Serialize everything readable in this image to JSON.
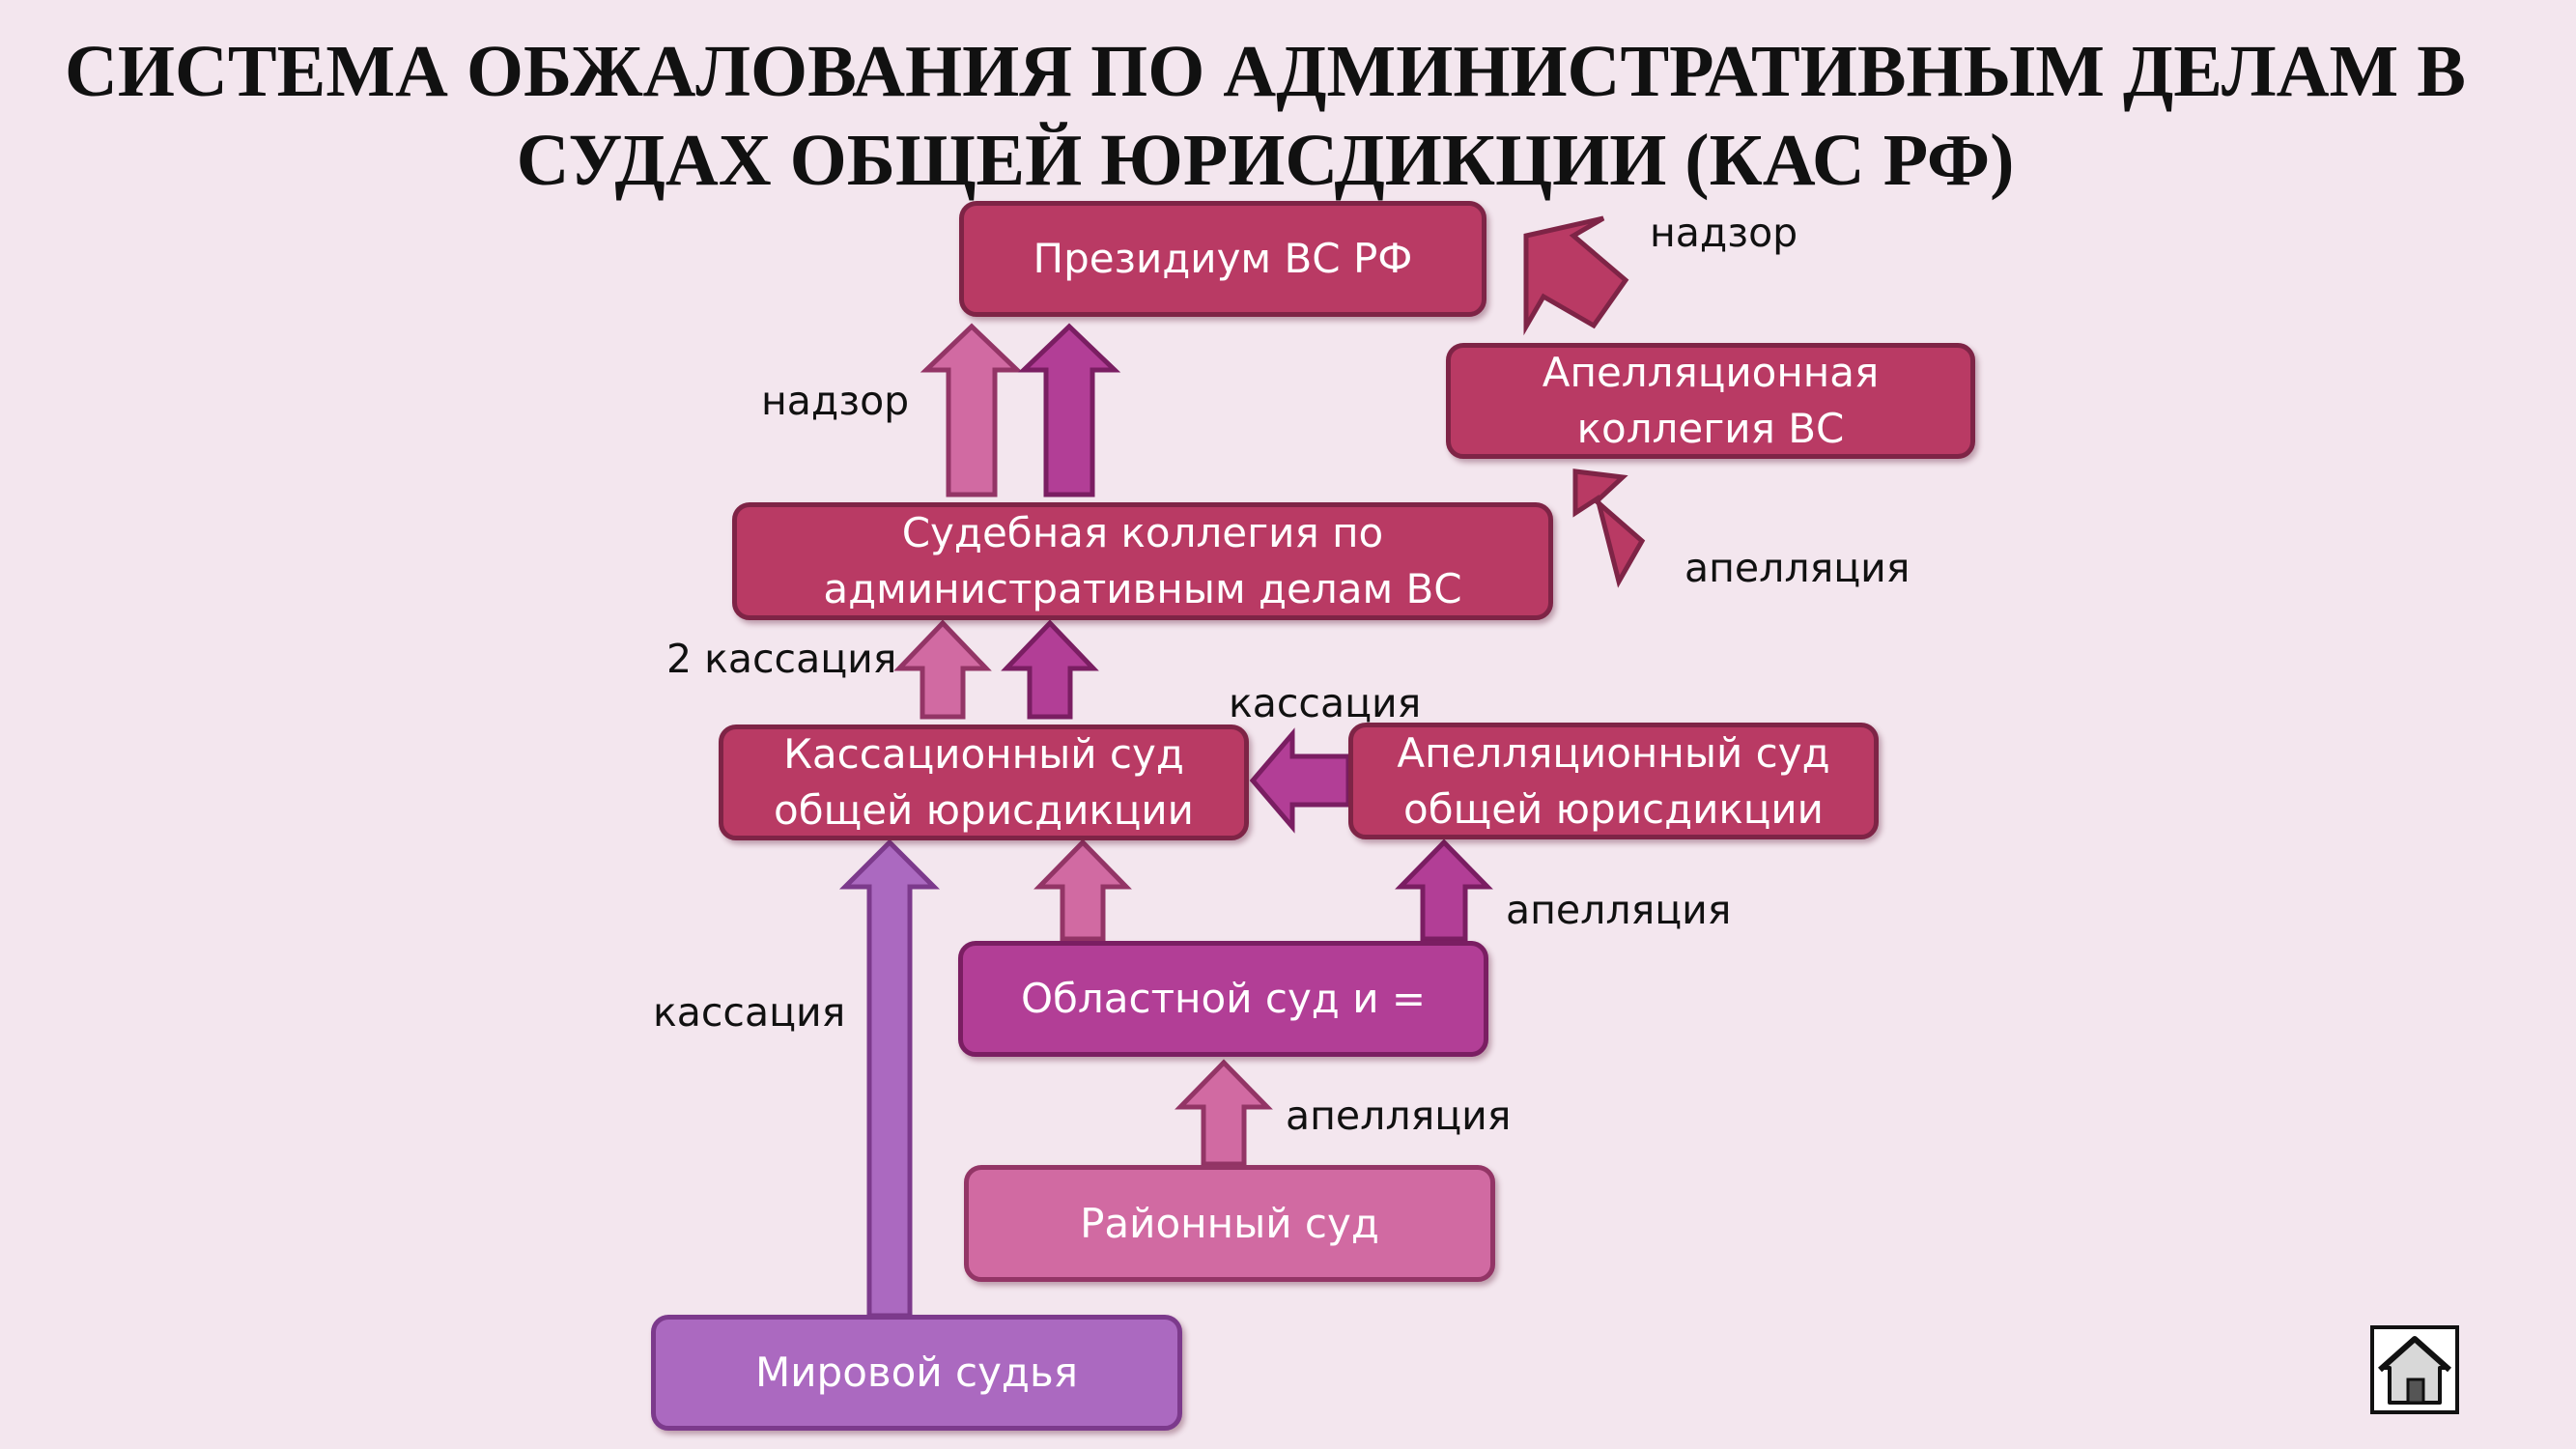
{
  "title": {
    "line1": "СИСТЕМА ОБЖАЛОВАНИЯ ПО АДМИНИСТРАТИВНЫМ ДЕЛАМ В",
    "line2": "СУДАХ ОБЩЕЙ ЮРИСДИКЦИИ (КАС РФ)"
  },
  "nodes": {
    "presidium": "Президиум ВС РФ",
    "appeal_board": {
      "line1": "Апелляционная",
      "line2": "коллегия ВС"
    },
    "judicial_board": {
      "line1": "Судебная коллегия по",
      "line2": "административным делам ВС"
    },
    "cassation_court": {
      "line1": "Кассационный суд",
      "line2": "общей юрисдикции"
    },
    "appeal_court": {
      "line1": "Апелляционный суд",
      "line2": "общей юрисдикции"
    },
    "regional_court": "Областной суд и =",
    "district_court": "Районный суд",
    "magistrate": "Мировой судья"
  },
  "labels": {
    "supervision_top": "надзор",
    "supervision_left": "надзор",
    "appeal_right_top": "апелляция",
    "cassation_2": "2 кассация",
    "cassation_mid": "кассация",
    "appeal_mid": "апелляция",
    "cassation_left": "кассация",
    "appeal_bottom": "апелляция"
  },
  "colors": {
    "crimson": "#b93a64",
    "magenta": "#b23e96",
    "pink": "#d16aa2",
    "lilac": "#ab69c0",
    "background": "#f3e6ee"
  },
  "icons": {
    "home": "home-icon"
  }
}
